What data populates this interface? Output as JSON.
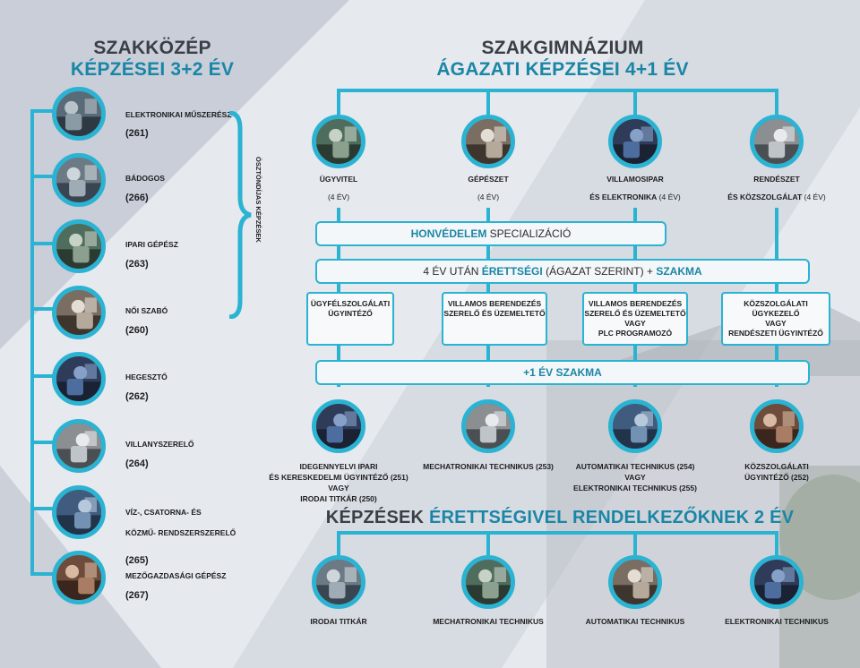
{
  "left": {
    "title_line1": "SZAKKÖZÉP",
    "title_line2": "KÉPZÉSEI 3+2 ÉV",
    "brace_label": "ÖSZTÖNDÍJAS KÉPZÉSEK",
    "items": [
      {
        "label": "ELEKTRONIKAI MŰSZERÉSZ",
        "code": "(261)",
        "icon": "electronics-photo"
      },
      {
        "label": "BÁDOGOS",
        "code": "(266)",
        "icon": "tinsmith-photo"
      },
      {
        "label": "IPARI GÉPÉSZ",
        "code": "(263)",
        "icon": "machinist-photo"
      },
      {
        "label": "NŐI SZABÓ",
        "code": "(260)",
        "icon": "tailor-photo"
      },
      {
        "label": "HEGESZTŐ",
        "code": "(262)",
        "icon": "welder-photo"
      },
      {
        "label": "VILLANYSZERELŐ",
        "code": "(264)",
        "icon": "electrician-photo"
      },
      {
        "label": "VÍZ-, CSATORNA- ÉS",
        "label2": "KÖZMŰ- RENDSZERSZERELŐ",
        "code": "(265)",
        "icon": "plumber-photo"
      },
      {
        "label": "MEZŐGAZDASÁGI  GÉPÉSZ",
        "code": "(267)",
        "icon": "agri-mechanic-photo"
      }
    ]
  },
  "right": {
    "title_line1": "SZAKGIMNÁZIUM",
    "title_line2": "ÁGAZATI KÉPZÉSEI 4+1 ÉV",
    "sectors": [
      {
        "line1": "ÜGYVITEL",
        "line2": "(4 ÉV)"
      },
      {
        "line1": "GÉPÉSZET",
        "line2": "(4 ÉV)"
      },
      {
        "line1": "VILLAMOSIPAR",
        "line2a": "ÉS ELEKTRONIKA",
        "line2b": " (4 ÉV)"
      },
      {
        "line1": "RENDÉSZET",
        "line2a": "ÉS KÖZSZOLGÁLAT",
        "line2b": " (4 ÉV)"
      }
    ],
    "bar1": {
      "strong": "HONVÉDELEM",
      "rest": " SPECIALIZÁCIÓ"
    },
    "bar2": {
      "pre": "4 ÉV UTÁN ",
      "strong1": "ÉRETTSÉGI",
      "mid": " (ÁGAZAT SZERINT) + ",
      "strong2": "SZAKMA"
    },
    "boxes": [
      {
        "l1": "ÜGYFÉLSZOLGÁLATI",
        "l2": "ÜGYINTÉZŐ"
      },
      {
        "l1": "VILLAMOS BERENDEZÉS",
        "l2": "SZERELŐ ÉS ÜZEMELTETŐ"
      },
      {
        "l1": "VILLAMOS BERENDEZÉS",
        "l2": "SZERELŐ ÉS ÜZEMELTETŐ",
        "l3": "VAGY",
        "l4": "PLC PROGRAMOZÓ"
      },
      {
        "l1": "KÖZSZOLGÁLATI ÜGYKEZELŐ",
        "l2": "VAGY",
        "l3": "RENDÉSZETI ÜGYINTÉZŐ"
      }
    ],
    "bar3": "+1 ÉV SZAKMA",
    "technicians": [
      {
        "l1": "IDEGENNYELVI IPARI",
        "l2": "ÉS KERESKEDELMI ÜGYINTÉZŐ (251)",
        "l3": "VAGY",
        "l4": "IRODAI TITKÁR (250)"
      },
      {
        "l1": "MECHATRONIKAI TECHNIKUS (253)"
      },
      {
        "l1": "AUTOMATIKAI TECHNIKUS (254)",
        "l2": "VAGY",
        "l3": "ELEKTRONIKAI TECHNIKUS (255)"
      },
      {
        "l1": "KÖZSZOLGÁLATI",
        "l2": "ÜGYINTÉZŐ (252)"
      }
    ]
  },
  "bottom": {
    "title_part1": "KÉPZÉSEK ",
    "title_part2": "ÉRETTSÉGIVEL RENDELKEZŐKNEK 2 ÉV",
    "items": [
      "IRODAI TITKÁR",
      "MECHATRONIKAI TECHNIKUS",
      "AUTOMATIKAI TECHNIKUS",
      "ELEKTRONIKAI TECHNIKUS"
    ]
  },
  "colors": {
    "accent": "#2ab3d2",
    "title_blue": "#1a86a6",
    "title_dark": "#3a3f46"
  }
}
